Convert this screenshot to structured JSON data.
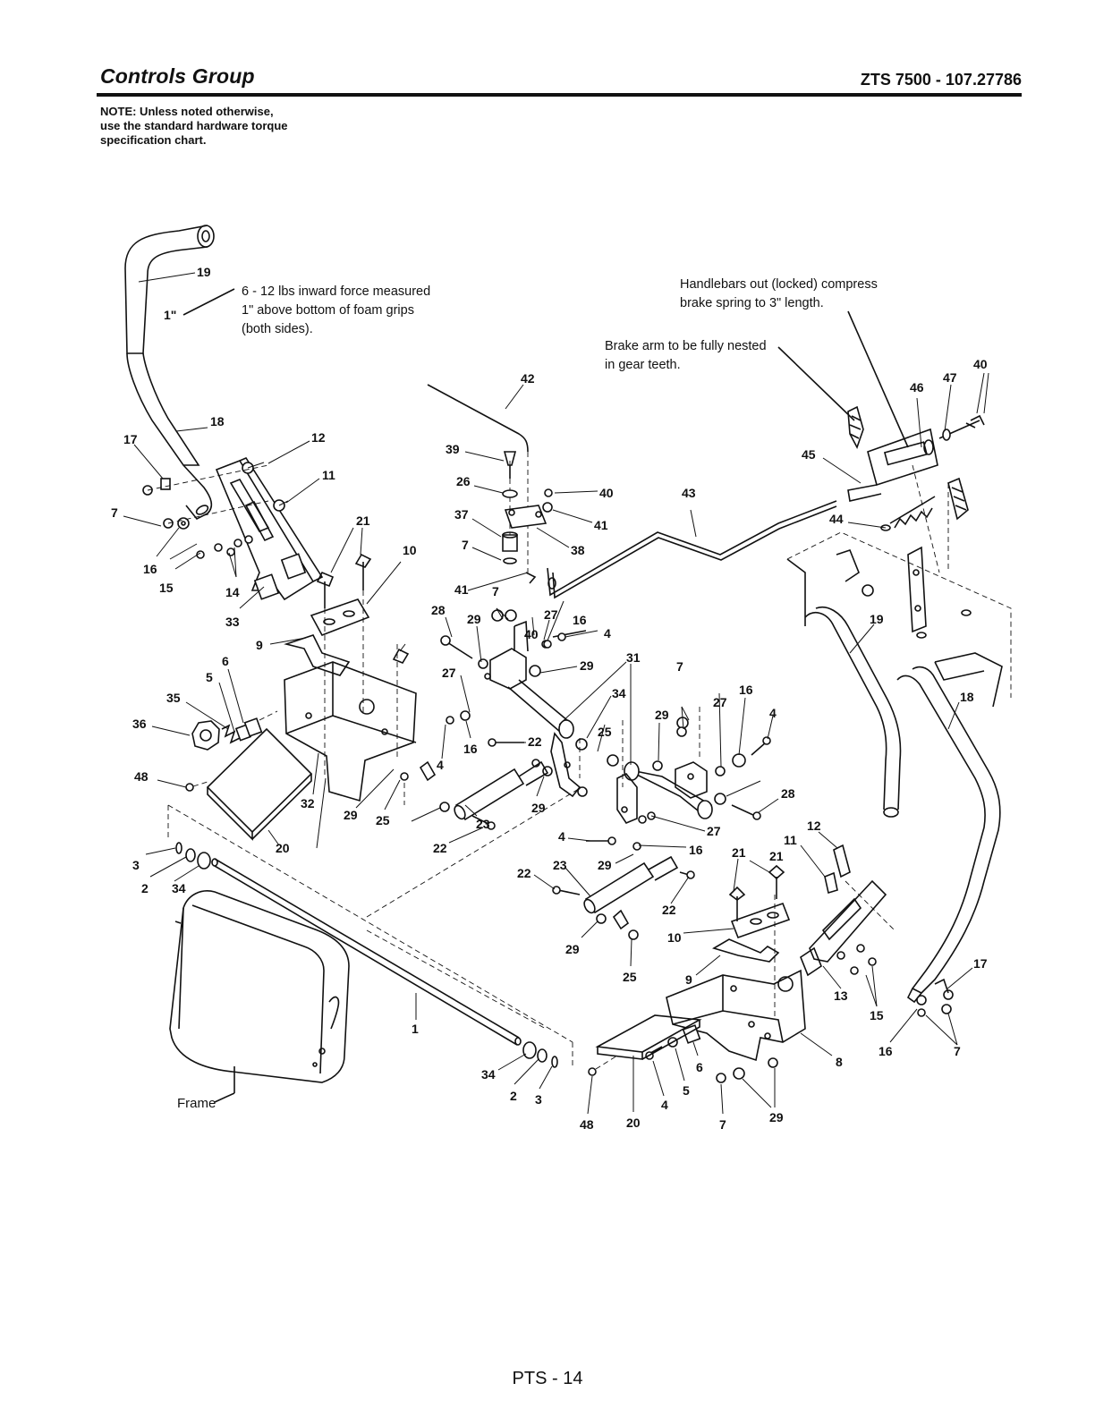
{
  "header": {
    "title": "Controls Group",
    "model": "ZTS 7500 - 107.27786"
  },
  "note": {
    "line1": "NOTE: Unless noted otherwise,",
    "line2": "use the standard hardware torque",
    "line3": "specification chart."
  },
  "annotations": {
    "force_line1": "6 - 12 lbs inward force measured",
    "force_line2": "1\" above bottom of foam grips",
    "force_line3": "(both sides).",
    "inch_mark": "1\"",
    "handlebar_line1": "Handlebars out (locked) compress",
    "handlebar_line2": "brake spring to 3\" length.",
    "brake_line1": "Brake arm to be fully nested",
    "brake_line2": "in gear teeth.",
    "frame_label": "Frame"
  },
  "callouts": [
    "19",
    "17",
    "18",
    "12",
    "11",
    "7",
    "16",
    "15",
    "14",
    "33",
    "21",
    "10",
    "9",
    "6",
    "5",
    "35",
    "36",
    "48",
    "32",
    "20",
    "29",
    "25",
    "3",
    "2",
    "34",
    "1",
    "42",
    "39",
    "26",
    "40",
    "37",
    "41",
    "7",
    "38",
    "41",
    "7",
    "28",
    "29",
    "27",
    "16",
    "40",
    "4",
    "29",
    "31",
    "27",
    "34",
    "16",
    "22",
    "25",
    "4",
    "23",
    "22",
    "29",
    "4",
    "23",
    "29",
    "22",
    "29",
    "25",
    "43",
    "40",
    "47",
    "46",
    "45",
    "44",
    "19",
    "18",
    "7",
    "16",
    "27",
    "4",
    "29",
    "28",
    "12",
    "11",
    "21",
    "10",
    "9",
    "8",
    "13",
    "15",
    "16",
    "7",
    "17",
    "6",
    "5",
    "4",
    "7",
    "29",
    "48",
    "20",
    "2",
    "3",
    "34",
    "27",
    "16",
    "22",
    "21",
    "1"
  ],
  "footer": {
    "page": "PTS - 14"
  }
}
